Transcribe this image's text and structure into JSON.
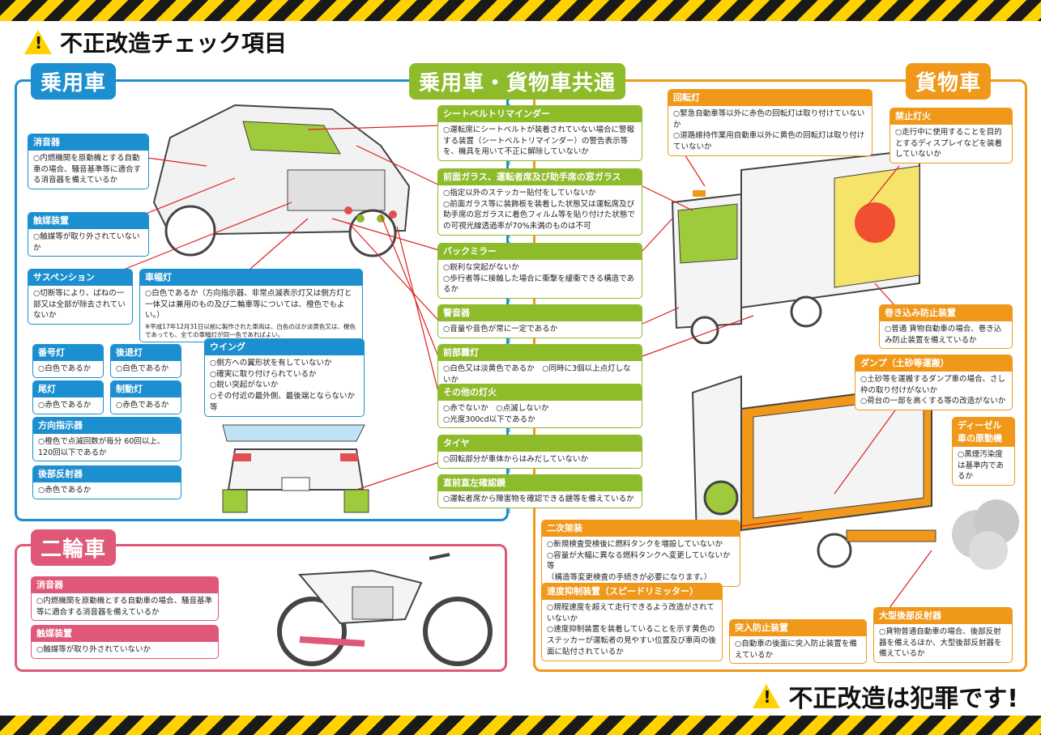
{
  "title": "不正改造チェック項目",
  "slogan": "不正改造は犯罪です!",
  "warning_icon_glyph": "!",
  "colors": {
    "passenger": "#1c8fd0",
    "common": "#8dbb2a",
    "truck": "#f0981a",
    "bike": "#e05877",
    "hazard": "#ffd200"
  },
  "sections": {
    "passenger": "乗用車",
    "common": "乗用車・貨物車共通",
    "truck": "貨物車",
    "bike": "二輪車"
  },
  "passenger": {
    "muffler": {
      "title": "消音器",
      "body": "○内燃機関を原動機とする自動車の場合、騒音基準等に適合する消音器を備えているか"
    },
    "catalyst": {
      "title": "触媒装置",
      "body": "○触媒等が取り外されていないか"
    },
    "suspension": {
      "title": "サスペンション",
      "body": "○切断等により、ばねの一部又は全部が除去されていないか"
    },
    "width_light": {
      "title": "車幅灯",
      "body": "○白色であるか（方向指示器、非常点滅表示灯又は側方灯と一体又は兼用のもの及び二輪車等については、橙色でもよい。）",
      "note": "※平成17年12月31日以前に製作された車両は、白色のほか淡黄色又は、橙色であっても、全ての車幅灯が同一色であればよい。"
    },
    "plate_light": {
      "title": "番号灯",
      "body": "○白色であるか"
    },
    "reverse_light": {
      "title": "後退灯",
      "body": "○白色であるか"
    },
    "tail_light": {
      "title": "尾灯",
      "body": "○赤色であるか"
    },
    "brake_light": {
      "title": "制動灯",
      "body": "○赤色であるか"
    },
    "turn_signal": {
      "title": "方向指示器",
      "body": "○橙色で点滅回数が毎分 60回以上、120回以下であるか"
    },
    "rear_reflector": {
      "title": "後部反射器",
      "body": "○赤色であるか"
    },
    "wing": {
      "title": "ウイング",
      "body": "○側方への翼形状を有していないか\n○確実に取り付けられているか\n○鋭い突起がないか\n○その付近の最外側、最後端とならないか 等"
    }
  },
  "common": {
    "seatbelt": {
      "title": "シートベルトリマインダー",
      "body": "○運転席にシートベルトが装着されていない場合に警報する装置（シートベルトリマインダー）の警告表示等を、機具を用いて不正に解除していないか"
    },
    "front_glass": {
      "title": "前面ガラス、運転者席及び助手席の窓ガラス",
      "body": "○指定以外のステッカー貼付をしていないか\n○前面ガラス等に装飾板を装着した状態又は運転席及び助手席の窓ガラスに着色フィルム等を貼り付けた状態での可視光線透過率が70%未満のものは不可"
    },
    "mirror": {
      "title": "バックミラー",
      "body": "○鋭利な突起がないか\n○歩行者等に接触した場合に衝撃を緩衝できる構造であるか"
    },
    "horn": {
      "title": "警音器",
      "body": "○音量や音色が常に一定であるか"
    },
    "fog": {
      "title": "前部霧灯",
      "body": "○白色又は淡黄色であるか　○同時に3個以上点灯しないか"
    },
    "other_lights": {
      "title": "その他の灯火",
      "body": "○赤でないか　○点滅しないか\n○光度300cd以下であるか"
    },
    "tire": {
      "title": "タイヤ",
      "body": "○回転部分が車体からはみだしていないか"
    },
    "front_check": {
      "title": "直前直左確認鏡",
      "body": "○運転者席から障害物を確認できる鏡等を備えているか"
    }
  },
  "truck": {
    "rotating": {
      "title": "回転灯",
      "body": "○緊急自動車等以外に赤色の回転灯は取り付けていないか\n○道路維持作業用自動車以外に黄色の回転灯は取り付けていないか"
    },
    "prohibited_light": {
      "title": "禁止灯火",
      "body": "○走行中に使用することを目的とするディスプレイなどを装着していないか"
    },
    "side_guard": {
      "title": "巻き込み防止装置",
      "body": "○普通 貨物自動車の場合、巻き込み防止装置を備えているか"
    },
    "dump": {
      "title": "ダンプ（土砂等運搬）",
      "body": "○土砂等を運搬するダンプ車の場合、さし枠の取り付けがないか\n○荷台の一部を高くする等の改造がないか"
    },
    "diesel": {
      "title": "ディーゼル車の原動機",
      "body": "○黒煙汚染度は基準内であるか"
    },
    "secondary": {
      "title": "二次架装",
      "body": "○新規検査受検後に燃料タンクを増設していないか\n○容量が大幅に異なる燃料タンクへ変更していないか 等\n（構造等変更検査の手続きが必要になります。）"
    },
    "speed_limiter": {
      "title": "速度抑制装置（スピードリミッター）",
      "body": "○規程速度を超えて走行できるよう改造がされていないか\n○速度抑制装置を装着していることを示す黄色のステッカーが運転者の見やすい位置及び車両の後面に貼付されているか"
    },
    "underrun": {
      "title": "突入防止装置",
      "body": "○自動車の後面に突入防止装置を備えているか"
    },
    "large_reflector": {
      "title": "大型後部反射器",
      "body": "○貨物普通自動車の場合、後部反射器を備えるほか、大型後部反射器を備えているか"
    }
  },
  "bike": {
    "muffler": {
      "title": "消音器",
      "body": "○内燃機関を原動機とする自動車の場合、騒音基準等に適合する消音器を備えているか"
    },
    "catalyst": {
      "title": "触媒装置",
      "body": "○触媒等が取り外されていないか"
    }
  }
}
